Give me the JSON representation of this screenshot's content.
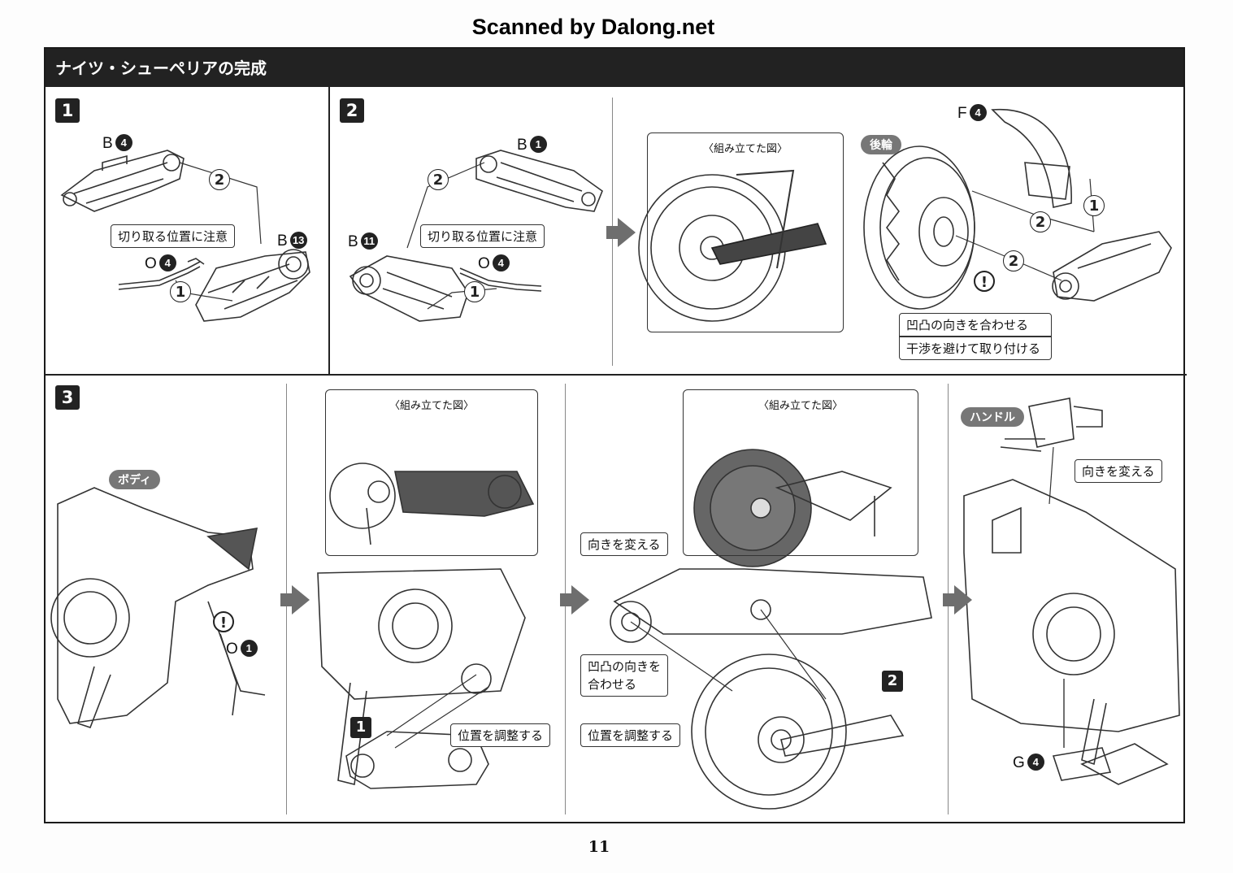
{
  "watermark": "Scanned by Dalong.net",
  "header": {
    "title": "ナイツ・シューペリアの完成"
  },
  "page_number": "11",
  "step1": {
    "number": "1",
    "callout": "切り取る位置に注意",
    "parts": [
      {
        "letter": "B",
        "num": "4"
      },
      {
        "letter": "B",
        "num": "13"
      },
      {
        "letter": "O",
        "num": "4"
      }
    ],
    "order": [
      "1",
      "2"
    ]
  },
  "step2": {
    "number": "2",
    "callout": "切り取る位置に注意",
    "parts": [
      {
        "letter": "B",
        "num": "1"
      },
      {
        "letter": "B",
        "num": "11"
      },
      {
        "letter": "O",
        "num": "4"
      }
    ],
    "order": [
      "1",
      "2"
    ]
  },
  "assembled_label": "〈組み立てた図〉",
  "rear_wheel": {
    "label": "後輪",
    "part": {
      "letter": "F",
      "num": "4"
    },
    "notes": [
      "凹凸の向きを合わせる",
      "干渉を避けて取り付ける"
    ],
    "warning": "!",
    "order": [
      "1",
      "2",
      "2"
    ]
  },
  "step3": {
    "number": "3",
    "body_label": "ボディ",
    "warning": "!",
    "part_o": {
      "letter": "O",
      "num": "1"
    },
    "sub_a": {
      "badge": "1",
      "callout": "位置を調整する"
    },
    "sub_b": {
      "badge": "2",
      "callouts": [
        "向きを変える",
        "凹凸の向きを\n合わせる",
        "位置を調整する"
      ]
    },
    "sub_c": {
      "handle_label": "ハンドル",
      "callout": "向きを変える",
      "part_g": {
        "letter": "G",
        "num": "4"
      }
    }
  }
}
